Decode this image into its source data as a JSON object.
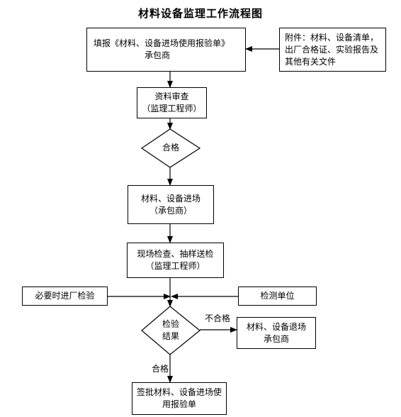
{
  "title": "材料设备监理工作流程图",
  "nodes": {
    "fill_form": {
      "line1": "填报《材料、设备进场使用报验单》",
      "line2": "承包商"
    },
    "attachments": {
      "line1": "附件：材料、设备清单，",
      "line2": "出厂合格证、实验报告及",
      "line3": "其他有关文件"
    },
    "doc_review": {
      "line1": "资料审查",
      "line2": "（监理工程师）"
    },
    "qualified_check": {
      "label": "合格"
    },
    "enter_site": {
      "line1": "材料、设备进场",
      "line2": "（承包商）"
    },
    "site_inspection": {
      "line1": "现场检查、抽样送检",
      "line2": "（监理工程师）"
    },
    "factory_inspection": {
      "label": "必要时进厂检验"
    },
    "testing_unit": {
      "label": "检测单位"
    },
    "inspection_result": {
      "line1": "检验",
      "line2": "结果"
    },
    "exit_site": {
      "line1": "材料、设备退场",
      "line2": "承包商"
    },
    "sign_approve": {
      "line1": "签批材料、设备进场使",
      "line2": "用报验单"
    }
  },
  "edge_labels": {
    "fail": "不合格",
    "pass": "合格"
  }
}
